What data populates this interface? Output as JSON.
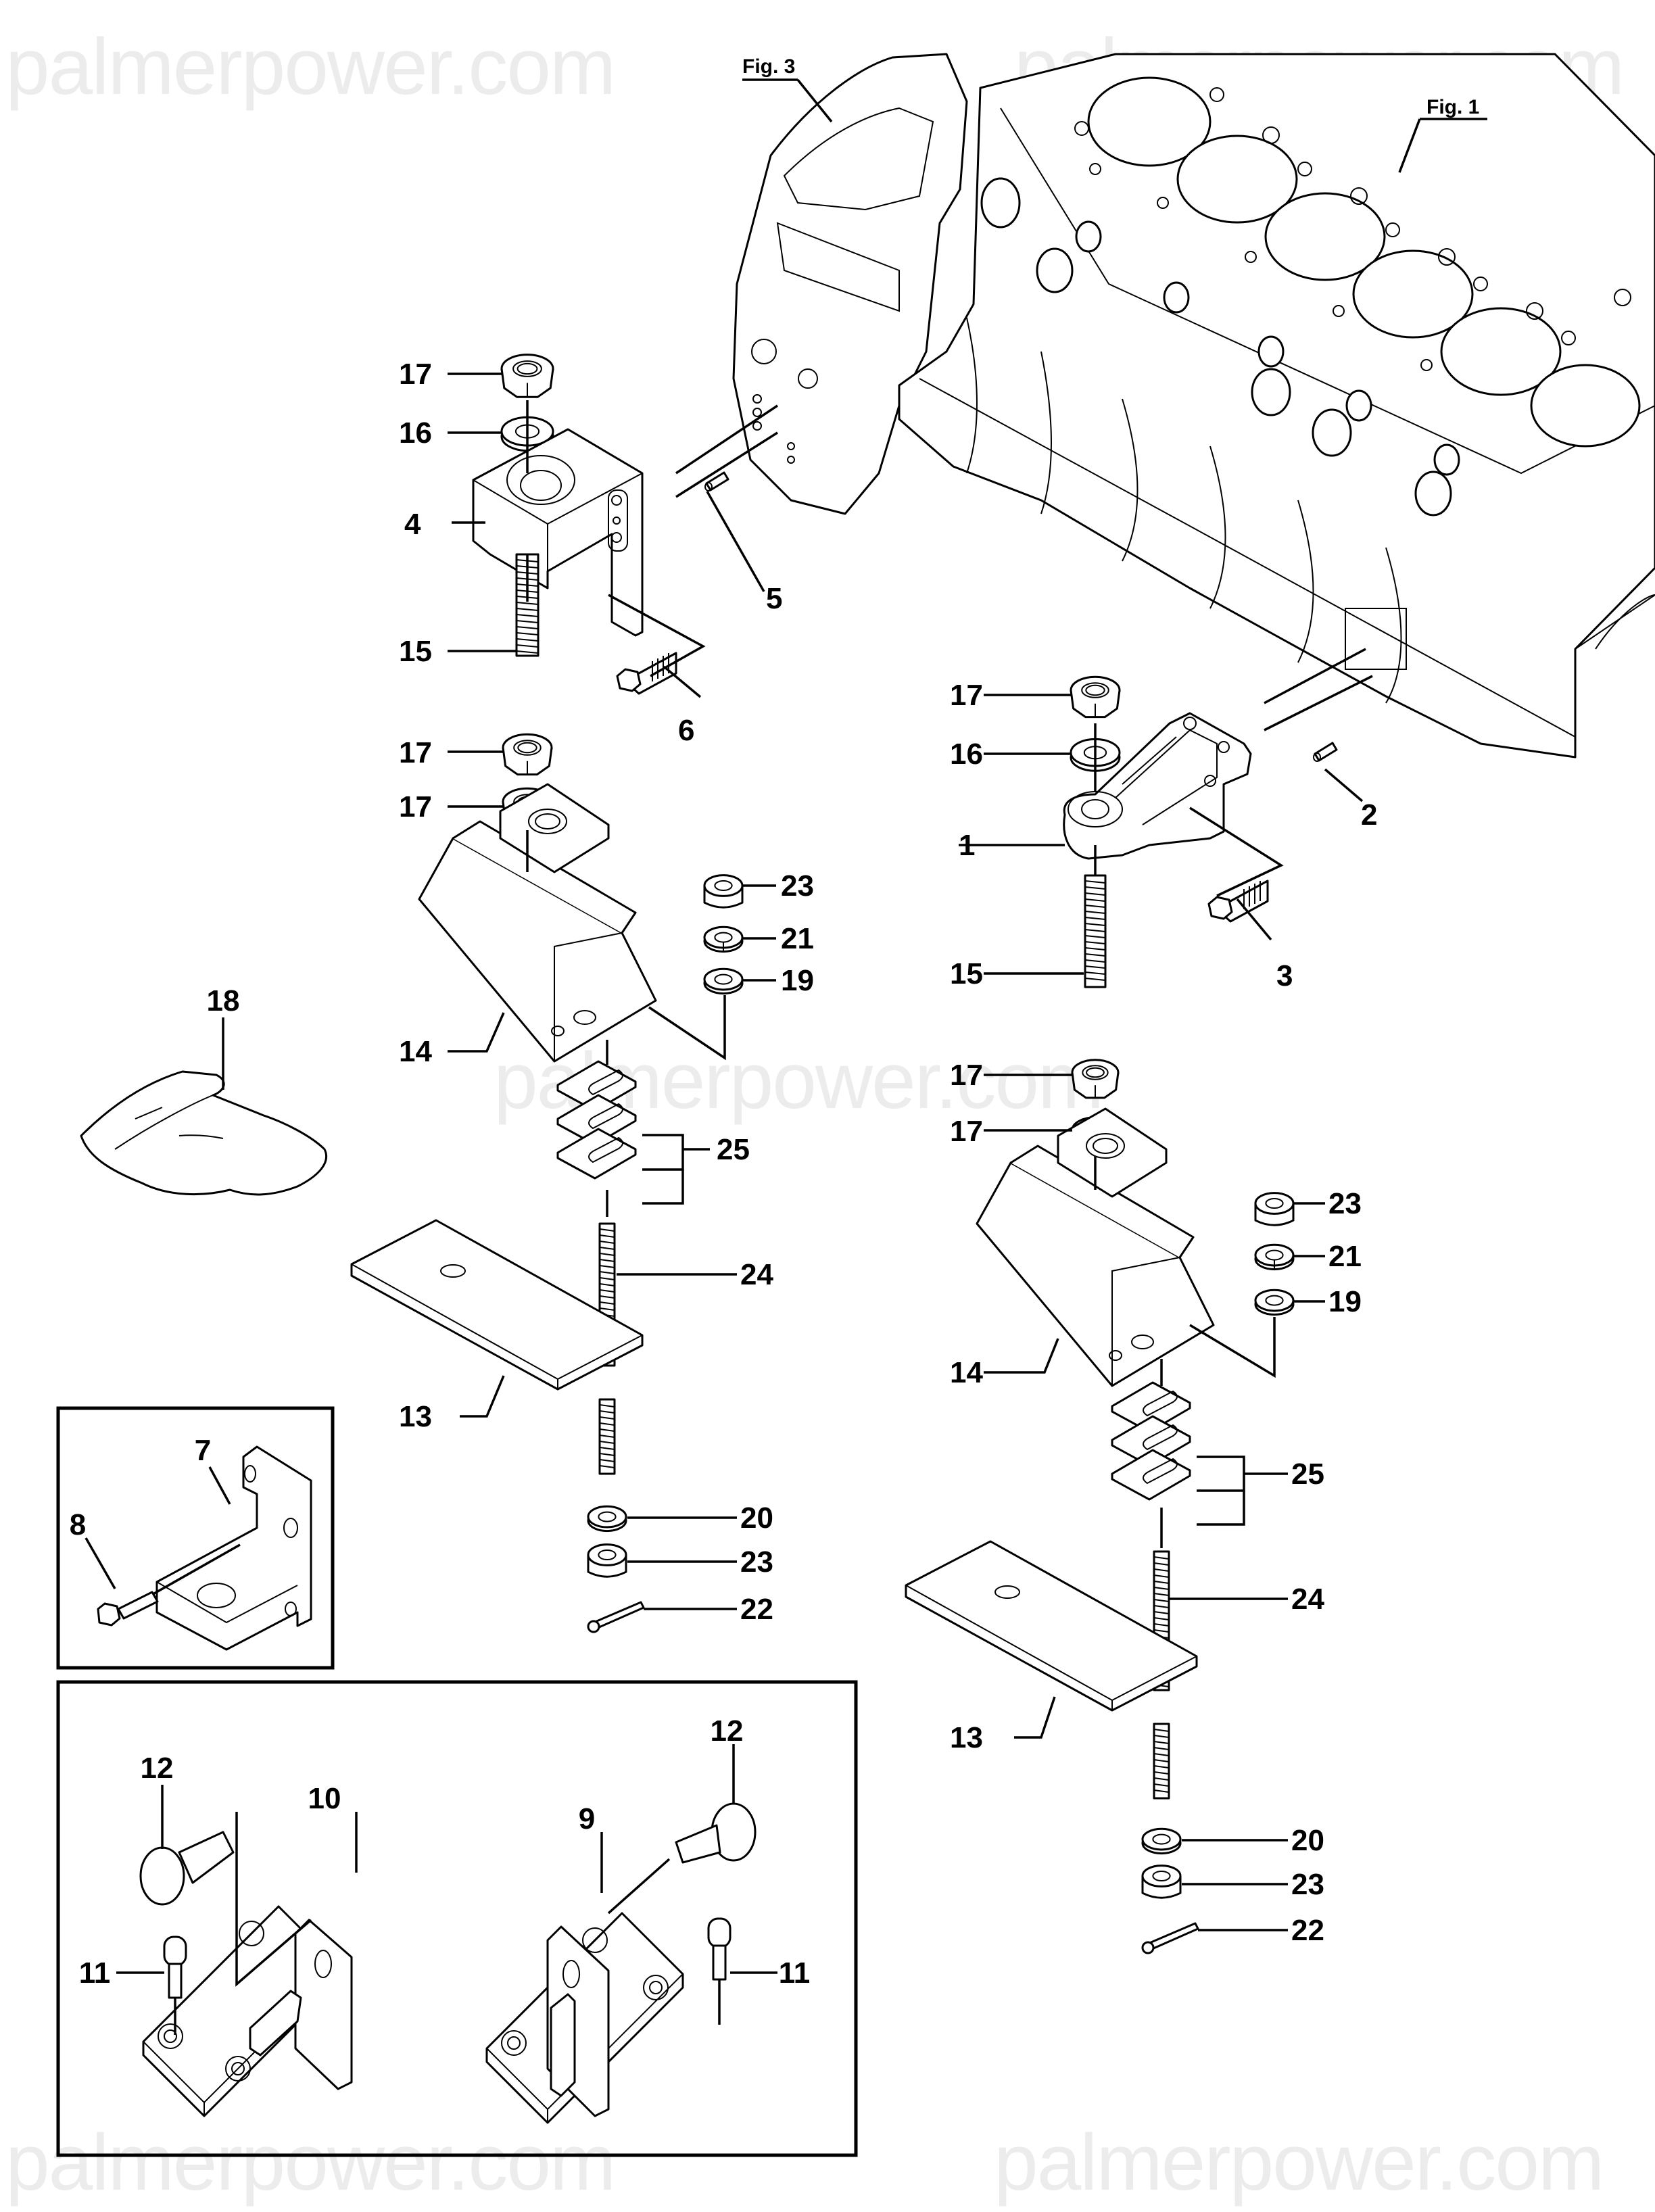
{
  "diagram": {
    "type": "exploded-parts-diagram",
    "subject": "Engine mounting brackets and vibration isolators",
    "watermark_text": "palmerpower.com",
    "figure_references": [
      {
        "id": "fig3",
        "label": "Fig. 3"
      },
      {
        "id": "fig1",
        "label": "Fig. 1"
      }
    ],
    "callouts": {
      "left_assembly": {
        "nut_top": "17",
        "spring_washer": "16",
        "bracket": "4",
        "dowel_pin": "5",
        "stud": "15",
        "bolt": "6",
        "nut_mid_1": "17",
        "nut_mid_2": "17",
        "isolator": "14",
        "nut_small": "23",
        "lock_washer": "21",
        "flat_washer": "19",
        "shims": "25",
        "base_plate": "13",
        "long_stud": "24",
        "washer_bottom": "20",
        "nut_bottom": "23",
        "cotter_pin": "22"
      },
      "right_assembly": {
        "nut_top": "17",
        "spring_washer": "16",
        "bracket": "1",
        "dowel_pin": "2",
        "bolt": "3",
        "stud": "15",
        "nut_mid_1": "17",
        "nut_mid_2": "17",
        "isolator": "14",
        "nut_small": "23",
        "lock_washer": "21",
        "flat_washer": "19",
        "shims": "25",
        "base_plate": "13",
        "long_stud": "24",
        "washer_bottom": "20",
        "nut_bottom": "23",
        "cotter_pin": "22"
      },
      "packet": "18",
      "inset_bracket": {
        "bracket": "7",
        "bolt": "8"
      },
      "inset_feet": {
        "bolt_left": "12",
        "foot_left": "10",
        "screw_left": "11",
        "bolt_right": "12",
        "foot_right": "9",
        "screw_right": "11"
      }
    },
    "part_numbers_shown": [
      "1",
      "2",
      "3",
      "4",
      "5",
      "6",
      "7",
      "8",
      "9",
      "10",
      "11",
      "12",
      "13",
      "14",
      "15",
      "16",
      "17",
      "18",
      "19",
      "20",
      "21",
      "22",
      "23",
      "24",
      "25"
    ]
  }
}
